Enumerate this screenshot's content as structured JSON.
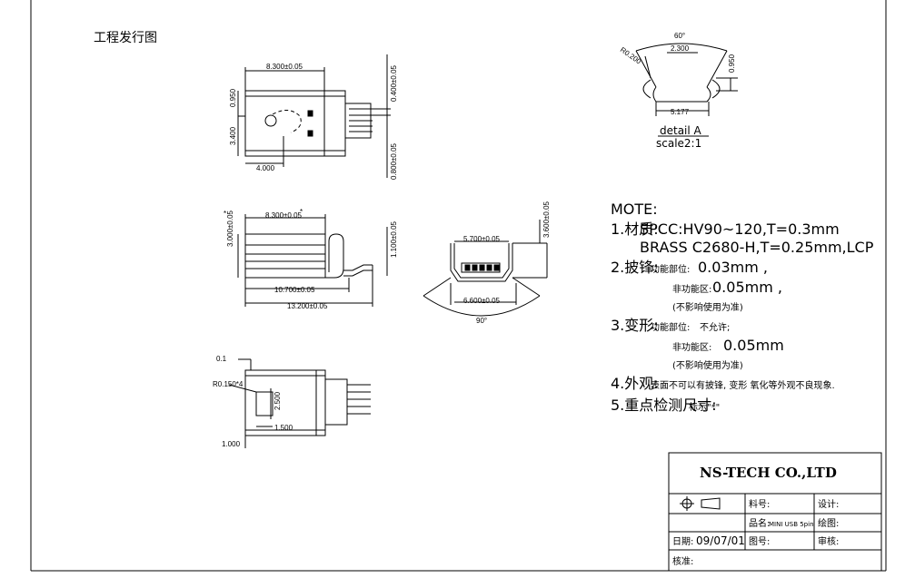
{
  "header": {
    "title": "工程发行图"
  },
  "views": {
    "top": {
      "d1": "8.300±0.05",
      "d2": "0.950",
      "d3": "3.400",
      "d4": "4.000",
      "d5": "0.400±0.05",
      "d6": "0.800±0.05"
    },
    "side": {
      "d1": "8.300±0.05",
      "d2": "3.000±0.05",
      "d3": "1.100±0.05",
      "d4": "10.700±0.05",
      "d5": "13.200±0.05",
      "star": "*"
    },
    "front": {
      "d1": "5.700±0.05",
      "d2": "3.600±0.05",
      "d3": "6.600±0.05",
      "angle": "90°"
    },
    "bottom": {
      "d1": "0.1",
      "d2": "R0.150*4",
      "d3": "2.500",
      "d4": "1.500",
      "d5": "1.000"
    },
    "detail": {
      "angle": "60°",
      "d1": "2.300",
      "d2": "R0.200",
      "d3": "0.950",
      "d4": "5.177",
      "title": "detail A",
      "scale": "scale2:1"
    }
  },
  "notes": {
    "heading": "MOTE:",
    "n1_label": "1.材质:",
    "n1_a": "SPCC:HV90~120,T=0.3mm",
    "n1_b": "BRASS C2680-H,T=0.25mm,LCP",
    "n2_label": "2.披锋:",
    "n2_a_label": "功能部位:",
    "n2_a": "0.03mm ,",
    "n2_b_label": "非功能区:",
    "n2_b": "0.05mm ,",
    "n2_c": "(不影响使用为准)",
    "n3_label": "3.变形:",
    "n3_a_label": "功能部位:",
    "n3_a": "不允许;",
    "n3_b_label": "非功能区:",
    "n3_b": "0.05mm",
    "n3_c": "(不影响使用为准)",
    "n4_label": "4.外观:",
    "n4": "表面不可以有披锋, 变形  氧化等外观不良现象.",
    "n5_label": "5.重点检测尺寸:",
    "n5": "标示\"*\""
  },
  "title_block": {
    "company": "NS-TECH CO.,LTD",
    "code_label": "料号:",
    "design_label": "设计:",
    "name_label": "品名:",
    "name": "MINI USB 5pin",
    "draw_label": "绘图:",
    "date_label": "日期:",
    "date": "09/07/01",
    "num_label": "图号:",
    "check_label": "审核:",
    "approve_label": "核准:"
  }
}
